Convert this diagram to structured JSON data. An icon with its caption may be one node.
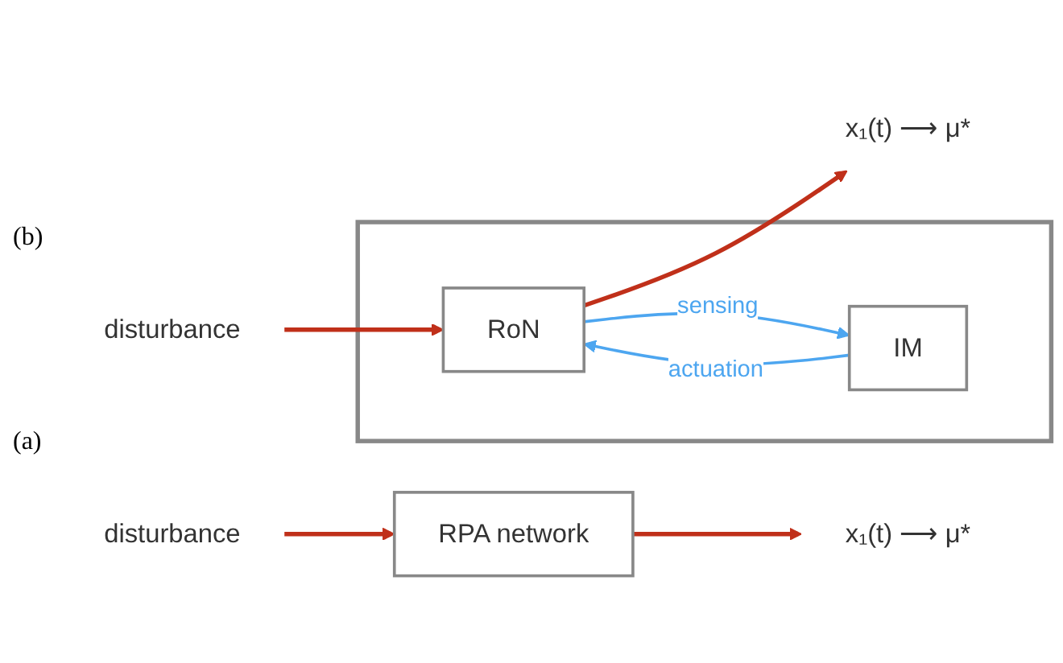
{
  "diagram": {
    "nodes": [
      {
        "text": [
          "disturbance"
        ]
      },
      {
        "text": [
          "RPA network"
        ]
      },
      {
        "text": [
          "x₁(t) ⟶ μ*"
        ]
      },
      {
        "text": [
          "disturbance"
        ]
      },
      {
        "text": [],
        "shape": "box"
      },
      {
        "text": [
          "RoN"
        ],
        "in": 4
      },
      {
        "text": [
          "IM"
        ],
        "in": 4
      },
      {
        "text": [
          "x₁(t) ⟶ μ*"
        ]
      }
    ],
    "edges": [
      {
        "from": 0,
        "to": 1,
        "arrow": "to"
      },
      {
        "from": 1,
        "to": 2,
        "arrow": "to"
      },
      {
        "from": 3,
        "to": 5,
        "arrow": "to"
      },
      {
        "from": 5,
        "to": 7,
        "arrow": "to"
      },
      {
        "from": 5,
        "to": 6,
        "arrow": "to",
        "label": "sensing",
        "color": "#4da6f0"
      },
      {
        "from": 6,
        "to": 5,
        "arrow": "to",
        "label": "actuation",
        "color": "#4da6f0"
      }
    ],
    "labels": [
      "(a)",
      "(b)"
    ]
  }
}
